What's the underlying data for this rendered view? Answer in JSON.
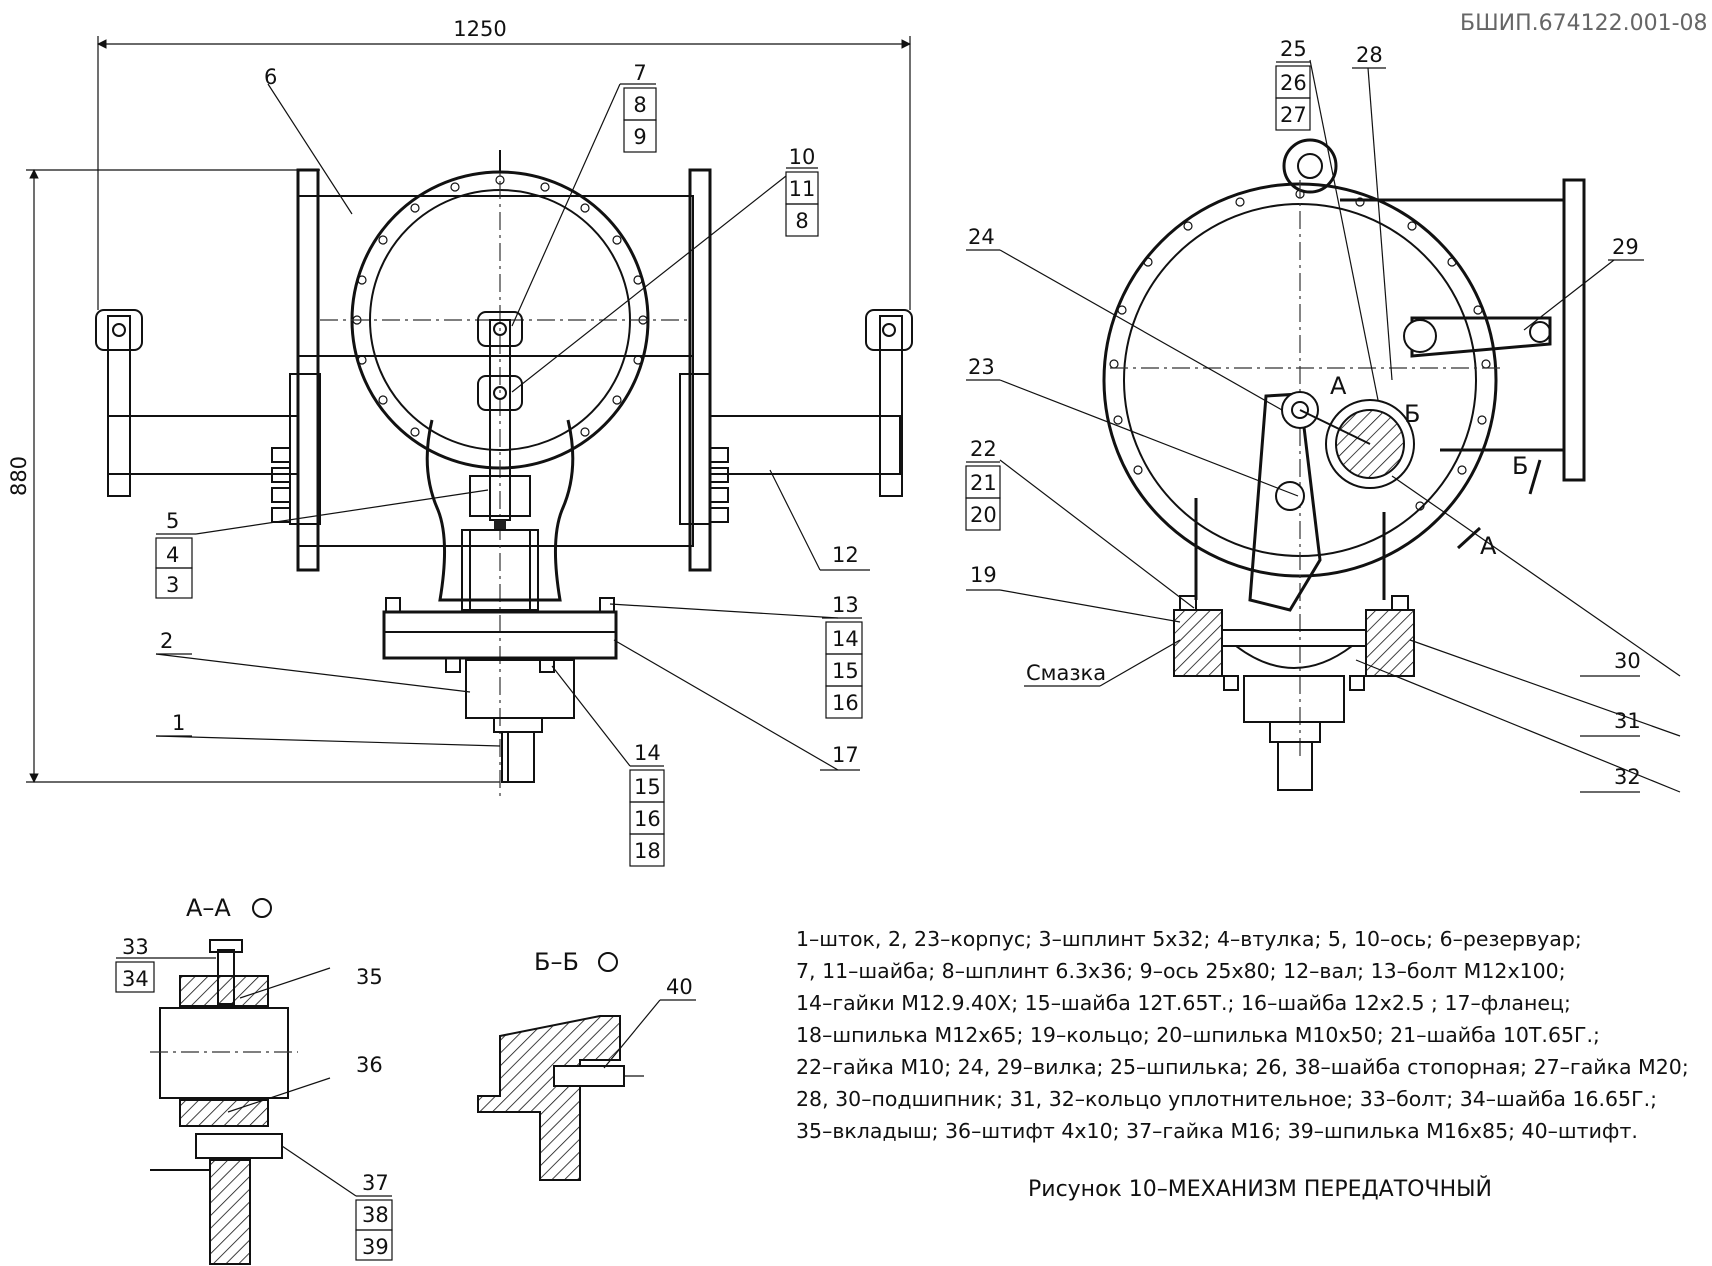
{
  "document_code": "БШИП.674122.001-08",
  "dimensions": {
    "top": "1250",
    "left": "880"
  },
  "front_view": {
    "callouts": [
      {
        "id": "6"
      },
      {
        "id": "7"
      },
      {
        "id": "8"
      },
      {
        "id": "9"
      },
      {
        "id": "10"
      },
      {
        "id": "11"
      },
      {
        "id": "8"
      },
      {
        "id": "5"
      },
      {
        "id": "4"
      },
      {
        "id": "3"
      },
      {
        "id": "2"
      },
      {
        "id": "1"
      },
      {
        "id": "12"
      },
      {
        "id": "13"
      },
      {
        "id": "14"
      },
      {
        "id": "15"
      },
      {
        "id": "16"
      },
      {
        "id": "17"
      },
      {
        "id": "14"
      },
      {
        "id": "15"
      },
      {
        "id": "16"
      },
      {
        "id": "18"
      }
    ]
  },
  "side_view": {
    "callouts": [
      {
        "id": "25"
      },
      {
        "id": "26"
      },
      {
        "id": "27"
      },
      {
        "id": "28"
      },
      {
        "id": "24"
      },
      {
        "id": "29"
      },
      {
        "id": "23"
      },
      {
        "id": "22"
      },
      {
        "id": "21"
      },
      {
        "id": "20"
      },
      {
        "id": "19"
      },
      {
        "id": "30"
      },
      {
        "id": "31"
      },
      {
        "id": "32"
      }
    ],
    "lubrication_label": "Смазка",
    "section_marks": [
      "А",
      "Б",
      "Б",
      "А"
    ]
  },
  "section_a": {
    "title": "А–А",
    "callouts": [
      {
        "id": "33"
      },
      {
        "id": "34"
      },
      {
        "id": "35"
      },
      {
        "id": "36"
      },
      {
        "id": "37"
      },
      {
        "id": "38"
      },
      {
        "id": "39"
      }
    ]
  },
  "section_b": {
    "title": "Б–Б",
    "callouts": [
      {
        "id": "40"
      }
    ]
  },
  "legend": [
    "1–шток, 2, 23–корпус; 3–шплинт 5х32; 4–втулка; 5, 10–ось; 6–резервуар;",
    "7, 11–шайба; 8–шплинт 6.3х36; 9–ось 25х80; 12–вал; 13–болт М12х100;",
    "14–гайки М12.9.40Х; 15–шайба 12Т.65Т.; 16–шайба 12х2.5 ; 17–фланец;",
    "18–шпилька М12х65; 19–кольцо; 20–шпилька М10х50; 21–шайба 10Т.65Г.;",
    "22–гайка М10; 24, 29–вилка; 25–шпилька; 26, 38–шайба стопорная; 27–гайка М20;",
    "28, 30–подшипник; 31, 32–кольцо уплотнительное; 33–болт; 34–шайба 16.65Г.;",
    "35–вкладыш; 36–штифт 4х10; 37–гайка М16; 39–шпилька М16х85; 40–штифт."
  ],
  "caption": "Рисунок 10–МЕХАНИЗМ ПЕРЕДАТОЧНЫЙ"
}
